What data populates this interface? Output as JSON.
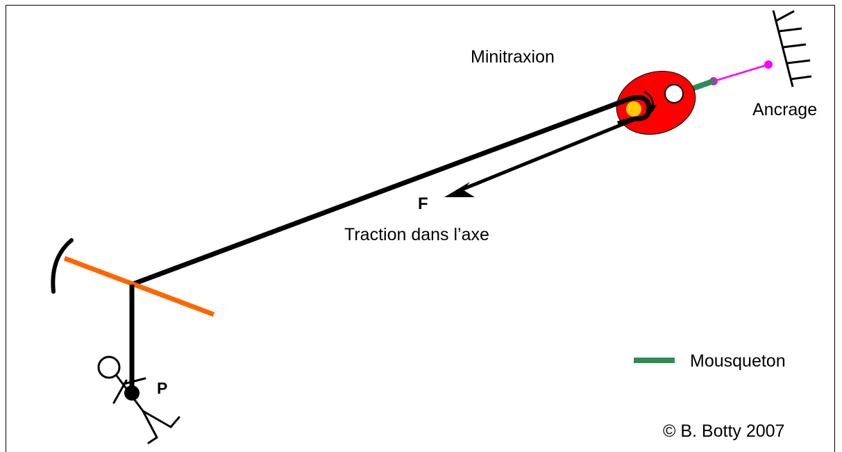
{
  "labels": {
    "minitraxion": "Minitraxion",
    "ancrage": "Ancrage",
    "force": "F",
    "traction": "Traction dans l’axe",
    "person": "P",
    "legend_mousqueton": "Mousqueton",
    "copyright": "© B. Botty 2007"
  },
  "colors": {
    "rope": "#000000",
    "pulley_body": "#ff0000",
    "pulley_wheel": "#ffcc00",
    "mousqueton": "#2e8b57",
    "anchor_sling": "#ff00ff",
    "deflector": "#ff6600"
  },
  "icons": {
    "anchor": "hatched-wall-anchor",
    "person": "stick-figure-victim",
    "pulley": "minitraxion-pulley",
    "deflector": "curved-deflector-plate"
  }
}
